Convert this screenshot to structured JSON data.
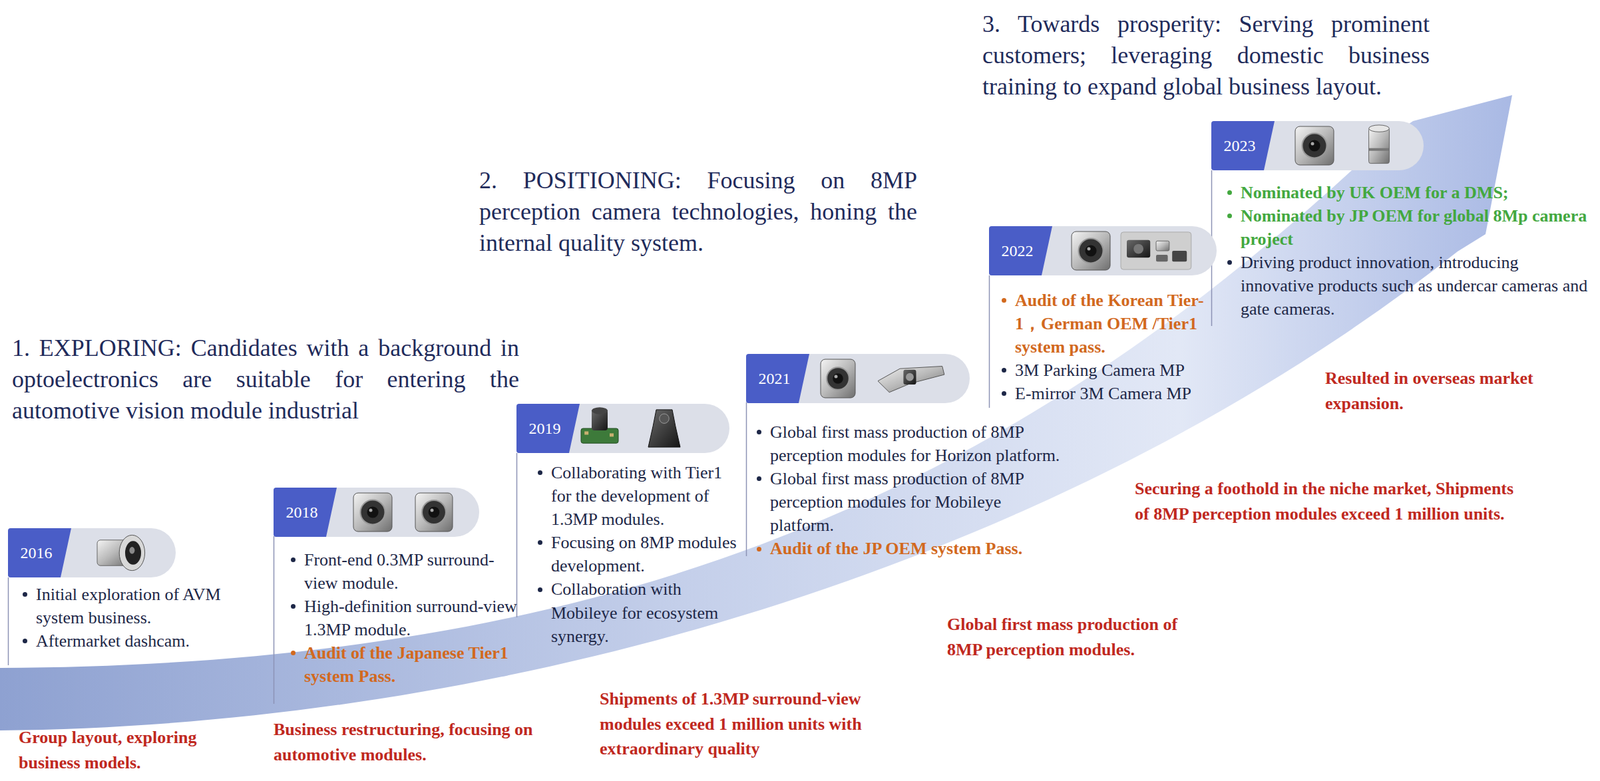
{
  "diagram": {
    "nodes": [
      {
        "text": [
          "2016"
        ]
      },
      {
        "text": [
          "2018"
        ]
      },
      {
        "text": [
          "2019"
        ]
      },
      {
        "text": [
          "2021"
        ]
      },
      {
        "text": [
          "2022"
        ]
      },
      {
        "text": [
          "2023"
        ]
      }
    ],
    "labels": [
      "1. EXPLORING: Candidates with a background in optoelectronics are suitable for entering the automotive vision module industrial",
      "2. POSITIONING: Focusing on 8MP perception camera technologies, honing the internal quality system.",
      "3. Towards prosperity: Serving prominent customers; leveraging domestic business training to expand global business layout.",
      "Initial exploration of AVM system business.",
      "Aftermarket dashcam.",
      "Front-end 0.3MP surround-view module.",
      "High-definition surround-view 1.3MP module.",
      "Audit of the Japanese Tier1 system Pass.",
      "Collaborating with Tier1 for the development of 1.3MP modules.",
      "Focusing on 8MP modules development.",
      "Collaboration with Mobileye for ecosystem synergy.",
      "Global first mass production of 8MP perception modules for Horizon platform.",
      "Global first mass production of 8MP perception modules for Mobileye platform.",
      "Audit of the JP OEM system Pass.",
      "Audit of the Korean Tier-1，German OEM /Tier1 system pass.",
      "3M Parking Camera MP",
      "E-mirror 3M Camera MP",
      "Nominated by UK OEM for a DMS;",
      "Nominated by JP OEM for global 8Mp camera project",
      "Driving product innovation, introducing innovative products such as undercar cameras and gate cameras.",
      "Group layout, exploring business models.",
      "Business restructuring, focusing on automotive modules.",
      "Shipments of 1.3MP surround-view modules exceed 1 million units with extraordinary quality",
      "Global first mass production of 8MP perception modules.",
      "Securing a foothold in the niche market, Shipments of 8MP perception modules exceed 1 million units.",
      "Resulted in overseas market expansion."
    ]
  }
}
